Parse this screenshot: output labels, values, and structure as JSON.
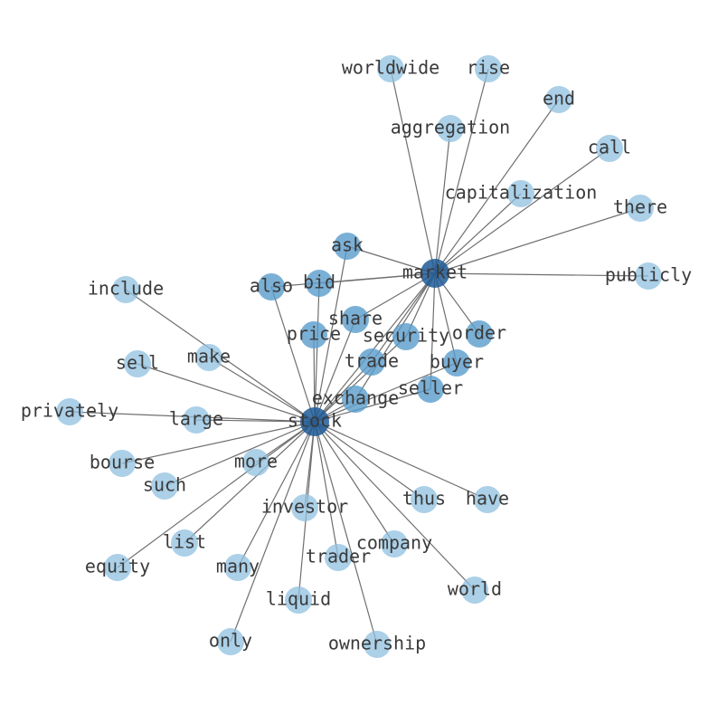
{
  "colors": {
    "leaf": "#8fc0e0",
    "mid": "#5a9ccc",
    "hub": "#1f5a96"
  },
  "nodes": [
    {
      "id": "stock",
      "label": "stock",
      "level": "hub"
    },
    {
      "id": "market",
      "label": "market",
      "level": "hub"
    },
    {
      "id": "worldwide",
      "label": "worldwide",
      "level": "leaf"
    },
    {
      "id": "rise",
      "label": "rise",
      "level": "leaf"
    },
    {
      "id": "end",
      "label": "end",
      "level": "leaf"
    },
    {
      "id": "aggregation",
      "label": "aggregation",
      "level": "leaf"
    },
    {
      "id": "call",
      "label": "call",
      "level": "leaf"
    },
    {
      "id": "capitalization",
      "label": "capitalization",
      "level": "leaf"
    },
    {
      "id": "there",
      "label": "there",
      "level": "leaf"
    },
    {
      "id": "ask",
      "label": "ask",
      "level": "mid"
    },
    {
      "id": "publicly",
      "label": "publicly",
      "level": "leaf"
    },
    {
      "id": "include",
      "label": "include",
      "level": "leaf"
    },
    {
      "id": "also",
      "label": "also",
      "level": "mid"
    },
    {
      "id": "bid",
      "label": "bid",
      "level": "mid"
    },
    {
      "id": "share",
      "label": "share",
      "level": "mid"
    },
    {
      "id": "price",
      "label": "price",
      "level": "mid"
    },
    {
      "id": "security",
      "label": "security",
      "level": "mid"
    },
    {
      "id": "order",
      "label": "order",
      "level": "mid"
    },
    {
      "id": "make",
      "label": "make",
      "level": "leaf"
    },
    {
      "id": "trade",
      "label": "trade",
      "level": "mid"
    },
    {
      "id": "buyer",
      "label": "buyer",
      "level": "mid"
    },
    {
      "id": "sell",
      "label": "sell",
      "level": "leaf"
    },
    {
      "id": "seller",
      "label": "seller",
      "level": "mid"
    },
    {
      "id": "exchange",
      "label": "exchange",
      "level": "mid"
    },
    {
      "id": "privately",
      "label": "privately",
      "level": "leaf"
    },
    {
      "id": "large",
      "label": "large",
      "level": "leaf"
    },
    {
      "id": "bourse",
      "label": "bourse",
      "level": "leaf"
    },
    {
      "id": "more",
      "label": "more",
      "level": "leaf"
    },
    {
      "id": "such",
      "label": "such",
      "level": "leaf"
    },
    {
      "id": "investor",
      "label": "investor",
      "level": "leaf"
    },
    {
      "id": "thus",
      "label": "thus",
      "level": "leaf"
    },
    {
      "id": "have",
      "label": "have",
      "level": "leaf"
    },
    {
      "id": "list",
      "label": "list",
      "level": "leaf"
    },
    {
      "id": "company",
      "label": "company",
      "level": "leaf"
    },
    {
      "id": "equity",
      "label": "equity",
      "level": "leaf"
    },
    {
      "id": "many",
      "label": "many",
      "level": "leaf"
    },
    {
      "id": "trader",
      "label": "trader",
      "level": "leaf"
    },
    {
      "id": "world",
      "label": "world",
      "level": "leaf"
    },
    {
      "id": "liquid",
      "label": "liquid",
      "level": "leaf"
    },
    {
      "id": "only",
      "label": "only",
      "level": "leaf"
    },
    {
      "id": "ownership",
      "label": "ownership",
      "level": "leaf"
    }
  ],
  "edges": [
    [
      "market",
      "worldwide"
    ],
    [
      "market",
      "rise"
    ],
    [
      "market",
      "end"
    ],
    [
      "market",
      "aggregation"
    ],
    [
      "market",
      "call"
    ],
    [
      "market",
      "capitalization"
    ],
    [
      "market",
      "there"
    ],
    [
      "market",
      "ask"
    ],
    [
      "market",
      "publicly"
    ],
    [
      "market",
      "also"
    ],
    [
      "market",
      "bid"
    ],
    [
      "market",
      "share"
    ],
    [
      "market",
      "security"
    ],
    [
      "market",
      "order"
    ],
    [
      "market",
      "trade"
    ],
    [
      "market",
      "buyer"
    ],
    [
      "market",
      "seller"
    ],
    [
      "market",
      "exchange"
    ],
    [
      "market",
      "stock"
    ],
    [
      "stock",
      "include"
    ],
    [
      "stock",
      "also"
    ],
    [
      "stock",
      "bid"
    ],
    [
      "stock",
      "ask"
    ],
    [
      "stock",
      "share"
    ],
    [
      "stock",
      "price"
    ],
    [
      "stock",
      "security"
    ],
    [
      "stock",
      "make"
    ],
    [
      "stock",
      "trade"
    ],
    [
      "stock",
      "buyer"
    ],
    [
      "stock",
      "sell"
    ],
    [
      "stock",
      "seller"
    ],
    [
      "stock",
      "exchange"
    ],
    [
      "stock",
      "privately"
    ],
    [
      "stock",
      "large"
    ],
    [
      "stock",
      "bourse"
    ],
    [
      "stock",
      "more"
    ],
    [
      "stock",
      "such"
    ],
    [
      "stock",
      "investor"
    ],
    [
      "stock",
      "thus"
    ],
    [
      "stock",
      "have"
    ],
    [
      "stock",
      "list"
    ],
    [
      "stock",
      "company"
    ],
    [
      "stock",
      "equity"
    ],
    [
      "stock",
      "many"
    ],
    [
      "stock",
      "trader"
    ],
    [
      "stock",
      "world"
    ],
    [
      "stock",
      "liquid"
    ],
    [
      "stock",
      "only"
    ],
    [
      "stock",
      "ownership"
    ]
  ]
}
